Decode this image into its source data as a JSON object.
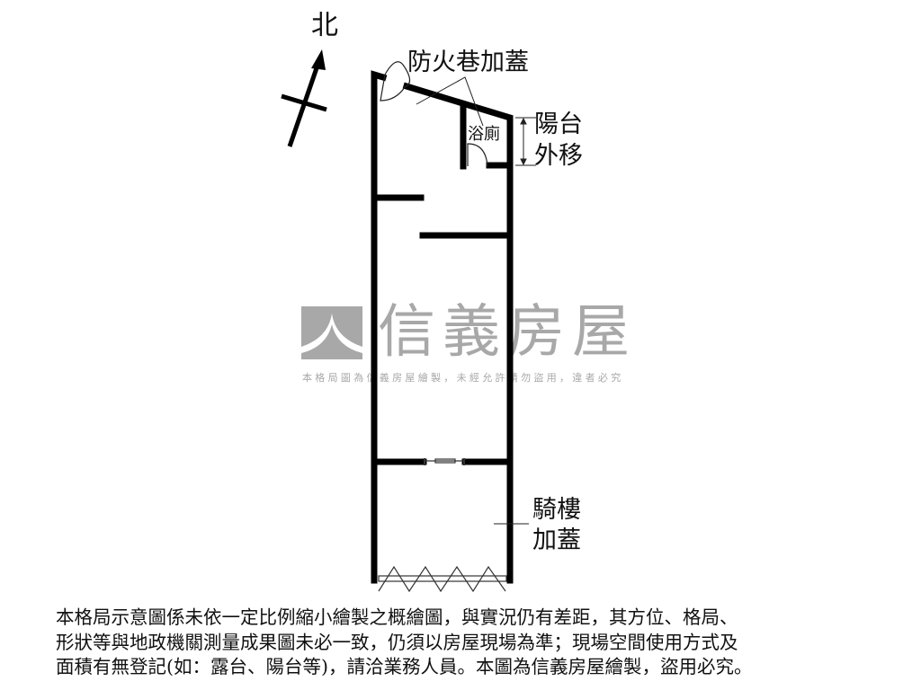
{
  "compass": {
    "label": "北"
  },
  "labels": {
    "fire_lane": "防火巷加蓋",
    "bathroom": "浴廁",
    "balcony_line1": "陽台",
    "balcony_line2": "外移",
    "arcade_line1": "騎樓",
    "arcade_line2": "加蓋"
  },
  "watermark": {
    "brand": "信義房屋",
    "caption": "本格局圖為信義房屋繪製，未經允許請勿盜用，違者必究"
  },
  "disclaimer": [
    "本格局示意圖係未依一定比例縮小繪製之概繪圖，與實況仍有差距，其方位、格局、",
    "形狀等與地政機關測量成果圖未必一致，仍須以房屋現場為準；現場空間使用方式及",
    "面積有無登記(如：露台、陽台等)，請洽業務人員。本圖為信義房屋繪製，盜用必究。"
  ]
}
